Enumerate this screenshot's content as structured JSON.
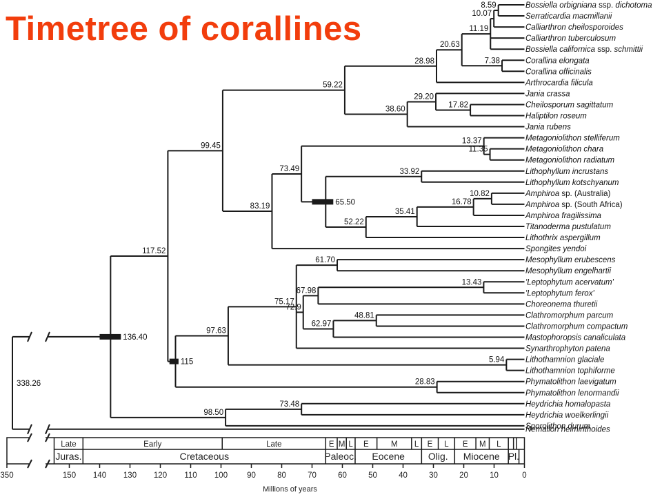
{
  "title": "Timetree of corallines",
  "taxa": [
    {
      "id": "t1",
      "parts": [
        {
          "t": "Bossiella orbigniana",
          "i": true
        },
        {
          "t": " ssp. ",
          "i": false
        },
        {
          "t": "dichotoma",
          "i": true
        }
      ]
    },
    {
      "id": "t2",
      "parts": [
        {
          "t": "Serraticardia macmillanii",
          "i": true
        }
      ]
    },
    {
      "id": "t3",
      "parts": [
        {
          "t": "Calliarthron cheilosporoides",
          "i": true
        }
      ]
    },
    {
      "id": "t4",
      "parts": [
        {
          "t": "Calliarthron tuberculosum",
          "i": true
        }
      ]
    },
    {
      "id": "t5",
      "parts": [
        {
          "t": "Bossiella californica",
          "i": true
        },
        {
          "t": " ssp. ",
          "i": false
        },
        {
          "t": "schmittii",
          "i": true
        }
      ]
    },
    {
      "id": "t6",
      "parts": [
        {
          "t": "Corallina elongata",
          "i": true
        }
      ]
    },
    {
      "id": "t7",
      "parts": [
        {
          "t": "Corallina officinalis",
          "i": true
        }
      ]
    },
    {
      "id": "t8",
      "parts": [
        {
          "t": "Arthrocardia filicula",
          "i": true
        }
      ]
    },
    {
      "id": "t9",
      "parts": [
        {
          "t": "Jania crassa",
          "i": true
        }
      ]
    },
    {
      "id": "t10",
      "parts": [
        {
          "t": "Cheilosporum sagittatum",
          "i": true
        }
      ]
    },
    {
      "id": "t11",
      "parts": [
        {
          "t": "Haliptilon roseum",
          "i": true
        }
      ]
    },
    {
      "id": "t12",
      "parts": [
        {
          "t": "Jania rubens",
          "i": true
        }
      ]
    },
    {
      "id": "t13",
      "parts": [
        {
          "t": "Metagoniolithon stelliferum",
          "i": true
        }
      ]
    },
    {
      "id": "t14",
      "parts": [
        {
          "t": "Metagoniolithon chara",
          "i": true
        }
      ]
    },
    {
      "id": "t15",
      "parts": [
        {
          "t": "Metagoniolithon radiatum",
          "i": true
        }
      ]
    },
    {
      "id": "t16",
      "parts": [
        {
          "t": "Lithophyllum incrustans",
          "i": true
        }
      ]
    },
    {
      "id": "t17",
      "parts": [
        {
          "t": "Lithophyllum kotschyanum",
          "i": true
        }
      ]
    },
    {
      "id": "t18",
      "parts": [
        {
          "t": "Amphiroa",
          "i": true
        },
        {
          "t": " sp. (Australia)",
          "i": false
        }
      ]
    },
    {
      "id": "t19",
      "parts": [
        {
          "t": "Amphiroa",
          "i": true
        },
        {
          "t": " sp. (South Africa)",
          "i": false
        }
      ]
    },
    {
      "id": "t20",
      "parts": [
        {
          "t": "Amphiroa fragilissima",
          "i": true
        }
      ]
    },
    {
      "id": "t21",
      "parts": [
        {
          "t": "Titanoderma pustulatum",
          "i": true
        }
      ]
    },
    {
      "id": "t22",
      "parts": [
        {
          "t": "Lithothrix aspergillum",
          "i": true
        }
      ]
    },
    {
      "id": "t23",
      "parts": [
        {
          "t": "Spongites yendoi",
          "i": true
        }
      ]
    },
    {
      "id": "t24",
      "parts": [
        {
          "t": "Mesophyllum erubescens",
          "i": true
        }
      ]
    },
    {
      "id": "t25",
      "parts": [
        {
          "t": "Mesophyllum engelhartii",
          "i": true
        }
      ]
    },
    {
      "id": "t26",
      "parts": [
        {
          "t": "'Leptophytum acervatum'",
          "i": true
        }
      ]
    },
    {
      "id": "t27",
      "parts": [
        {
          "t": "'Leptophytum ferox'",
          "i": true
        }
      ]
    },
    {
      "id": "t28",
      "parts": [
        {
          "t": "Choreonema thuretii",
          "i": true
        }
      ]
    },
    {
      "id": "t29",
      "parts": [
        {
          "t": "Clathromorphum parcum",
          "i": true
        }
      ]
    },
    {
      "id": "t30",
      "parts": [
        {
          "t": "Clathromorphum compactum",
          "i": true
        }
      ]
    },
    {
      "id": "t31",
      "parts": [
        {
          "t": "Mastophoropsis canaliculata",
          "i": true
        }
      ]
    },
    {
      "id": "t32",
      "parts": [
        {
          "t": "Synarthrophyton patena",
          "i": true
        }
      ]
    },
    {
      "id": "t33",
      "parts": [
        {
          "t": "Lithothamnion glaciale",
          "i": true
        }
      ]
    },
    {
      "id": "t34",
      "parts": [
        {
          "t": "Lithothamnion tophiforme",
          "i": true
        }
      ]
    },
    {
      "id": "t35",
      "parts": [
        {
          "t": "Phymatolithon laevigatum",
          "i": true
        }
      ]
    },
    {
      "id": "t36",
      "parts": [
        {
          "t": "Phymatolithon lenormandii",
          "i": true
        }
      ]
    },
    {
      "id": "t37",
      "parts": [
        {
          "t": "Heydrichia homalopasta",
          "i": true
        }
      ]
    },
    {
      "id": "t38",
      "parts": [
        {
          "t": "Heydrichia woelkerlingii",
          "i": true
        }
      ]
    },
    {
      "id": "t39",
      "parts": [
        {
          "t": "Sporolithon durum",
          "i": true
        }
      ]
    },
    {
      "id": "t40",
      "parts": [
        {
          "t": "Nemalion helminthoides",
          "i": true
        }
      ]
    }
  ],
  "nodes": [
    {
      "id": "n_a",
      "age": 8.59,
      "label": "8.59",
      "kids": [
        "t1",
        "t2"
      ]
    },
    {
      "id": "n_b",
      "age": 10.07,
      "label": "10.07",
      "kids": [
        "n_a",
        "t3"
      ]
    },
    {
      "id": "n_c",
      "age": 11.19,
      "label": "11.19",
      "kids": [
        "n_b",
        "t4",
        "t5"
      ]
    },
    {
      "id": "n_d",
      "age": 7.38,
      "label": "7.38",
      "kids": [
        "t6",
        "t7"
      ]
    },
    {
      "id": "n_e",
      "age": 20.63,
      "label": "20.63",
      "kids": [
        "n_c",
        "n_d"
      ]
    },
    {
      "id": "n_f",
      "age": 28.98,
      "label": "28.98",
      "kids": [
        "n_e",
        "t8"
      ]
    },
    {
      "id": "n_g",
      "age": 17.82,
      "label": "17.82",
      "kids": [
        "t10",
        "t11"
      ]
    },
    {
      "id": "n_h",
      "age": 29.2,
      "label": "29.20",
      "kids": [
        "t9",
        "n_g"
      ]
    },
    {
      "id": "n_i",
      "age": 38.6,
      "label": "38.60",
      "kids": [
        "n_h",
        "t12"
      ]
    },
    {
      "id": "n_j",
      "age": 59.22,
      "label": "59.22",
      "kids": [
        "n_f",
        "n_i"
      ]
    },
    {
      "id": "n_k",
      "age": 11.35,
      "label": "11.35",
      "kids": [
        "t14",
        "t15"
      ]
    },
    {
      "id": "n_l",
      "age": 13.37,
      "label": "13.37",
      "kids": [
        "t13",
        "n_k"
      ]
    },
    {
      "id": "n_m",
      "age": 33.92,
      "label": "33.92",
      "kids": [
        "t16",
        "t17"
      ]
    },
    {
      "id": "n_n",
      "age": 10.82,
      "label": "10.82",
      "kids": [
        "t18",
        "t19"
      ]
    },
    {
      "id": "n_o",
      "age": 16.78,
      "label": "16.78",
      "kids": [
        "n_n",
        "t20"
      ]
    },
    {
      "id": "n_p",
      "age": 35.41,
      "label": "35.41",
      "kids": [
        "n_o",
        "t21"
      ]
    },
    {
      "id": "n_q",
      "age": 52.22,
      "label": "52.22",
      "kids": [
        "n_p",
        "t22"
      ]
    },
    {
      "id": "n_r",
      "age": 65.5,
      "label": "65.50",
      "bar": [
        63,
        70
      ],
      "kids": [
        "n_m",
        "n_q"
      ]
    },
    {
      "id": "n_s",
      "age": 73.49,
      "label": "73.49",
      "kids": [
        "n_l",
        "n_r"
      ]
    },
    {
      "id": "n_t",
      "age": 83.19,
      "label": "83.19",
      "kids": [
        "n_s",
        "t23"
      ]
    },
    {
      "id": "n_u",
      "age": 99.45,
      "label": "99.45",
      "kids": [
        "n_j",
        "n_t"
      ]
    },
    {
      "id": "n_v",
      "age": 61.7,
      "label": "61.70",
      "kids": [
        "t24",
        "t25"
      ]
    },
    {
      "id": "n_w",
      "age": 13.43,
      "label": "13.43",
      "kids": [
        "t26",
        "t27"
      ]
    },
    {
      "id": "n_x",
      "age": 67.98,
      "label": "67.98",
      "kids": [
        "n_w",
        "t28"
      ]
    },
    {
      "id": "n_y",
      "age": 48.81,
      "label": "48.81",
      "kids": [
        "t29",
        "t30"
      ]
    },
    {
      "id": "n_z",
      "age": 62.97,
      "label": "62.97",
      "kids": [
        "n_y",
        "t31"
      ]
    },
    {
      "id": "n_aa",
      "age": 72.9,
      "label": "72.9",
      "kids": [
        "n_x",
        "n_z"
      ]
    },
    {
      "id": "n_bb",
      "age": 75.17,
      "label": "75.17",
      "kids": [
        "n_v",
        "n_aa",
        "t32"
      ]
    },
    {
      "id": "n_cc",
      "age": 5.94,
      "label": "5.94",
      "kids": [
        "t33",
        "t34"
      ]
    },
    {
      "id": "n_dd",
      "age": 97.63,
      "label": "97.63",
      "kids": [
        "n_bb",
        "n_cc"
      ]
    },
    {
      "id": "n_ee",
      "age": 28.83,
      "label": "28.83",
      "kids": [
        "t35",
        "t36"
      ]
    },
    {
      "id": "n_ff",
      "age": 115,
      "label": "115",
      "bar": [
        114,
        117
      ],
      "kids": [
        "n_dd",
        "n_ee"
      ]
    },
    {
      "id": "n_gg",
      "age": 117.52,
      "label": "117.52",
      "kids": [
        "n_u",
        "n_ff"
      ]
    },
    {
      "id": "n_hh",
      "age": 73.48,
      "label": "73.48",
      "kids": [
        "t37",
        "t38"
      ]
    },
    {
      "id": "n_ii",
      "age": 98.5,
      "label": "98.50",
      "kids": [
        "n_hh",
        "t39"
      ]
    },
    {
      "id": "n_jj",
      "age": 136.4,
      "label": "136.40",
      "bar": [
        133,
        140
      ],
      "kids": [
        "n_gg",
        "n_ii"
      ]
    },
    {
      "id": "n_kk",
      "age": 338.26,
      "label": "338.26",
      "kids": [
        "n_jj",
        "t40"
      ]
    }
  ],
  "timescale": {
    "stages": [
      {
        "name": "Late",
        "from": 155,
        "to": 145.5
      },
      {
        "name": "Early",
        "from": 145.5,
        "to": 99.6
      },
      {
        "name": "Late",
        "from": 99.6,
        "to": 65.5
      },
      {
        "name": "E",
        "from": 65.5,
        "to": 61.7
      },
      {
        "name": "M",
        "from": 61.7,
        "to": 58.7
      },
      {
        "name": "L",
        "from": 58.7,
        "to": 55.8
      },
      {
        "name": "E",
        "from": 55.8,
        "to": 48.6
      },
      {
        "name": "M",
        "from": 48.6,
        "to": 37.2
      },
      {
        "name": "L",
        "from": 37.2,
        "to": 33.9
      },
      {
        "name": "E",
        "from": 33.9,
        "to": 28.4
      },
      {
        "name": "L",
        "from": 28.4,
        "to": 23
      },
      {
        "name": "E",
        "from": 23,
        "to": 16
      },
      {
        "name": "M",
        "from": 16,
        "to": 11.6
      },
      {
        "name": "L",
        "from": 11.6,
        "to": 5.3
      },
      {
        "name": "",
        "from": 5.3,
        "to": 3.6
      },
      {
        "name": "",
        "from": 3.6,
        "to": 2.6
      },
      {
        "name": "",
        "from": 2.6,
        "to": 0
      }
    ],
    "epochs": [
      {
        "name": "Juras.",
        "from": 155,
        "to": 145.5
      },
      {
        "name": "Cretaceous",
        "from": 145.5,
        "to": 65.5
      },
      {
        "name": "Paleoc.",
        "from": 65.5,
        "to": 55.8
      },
      {
        "name": "Eocene",
        "from": 55.8,
        "to": 33.9
      },
      {
        "name": "Olig.",
        "from": 33.9,
        "to": 23
      },
      {
        "name": "Miocene",
        "from": 23,
        "to": 5.3
      },
      {
        "name": "Pl.",
        "from": 5.3,
        "to": 1.8
      },
      {
        "name": "",
        "from": 1.8,
        "to": 0
      }
    ],
    "ticks": [
      350,
      150,
      140,
      130,
      120,
      110,
      100,
      90,
      80,
      70,
      60,
      50,
      40,
      30,
      20,
      10,
      0
    ],
    "axis_label": "Millions of years"
  }
}
